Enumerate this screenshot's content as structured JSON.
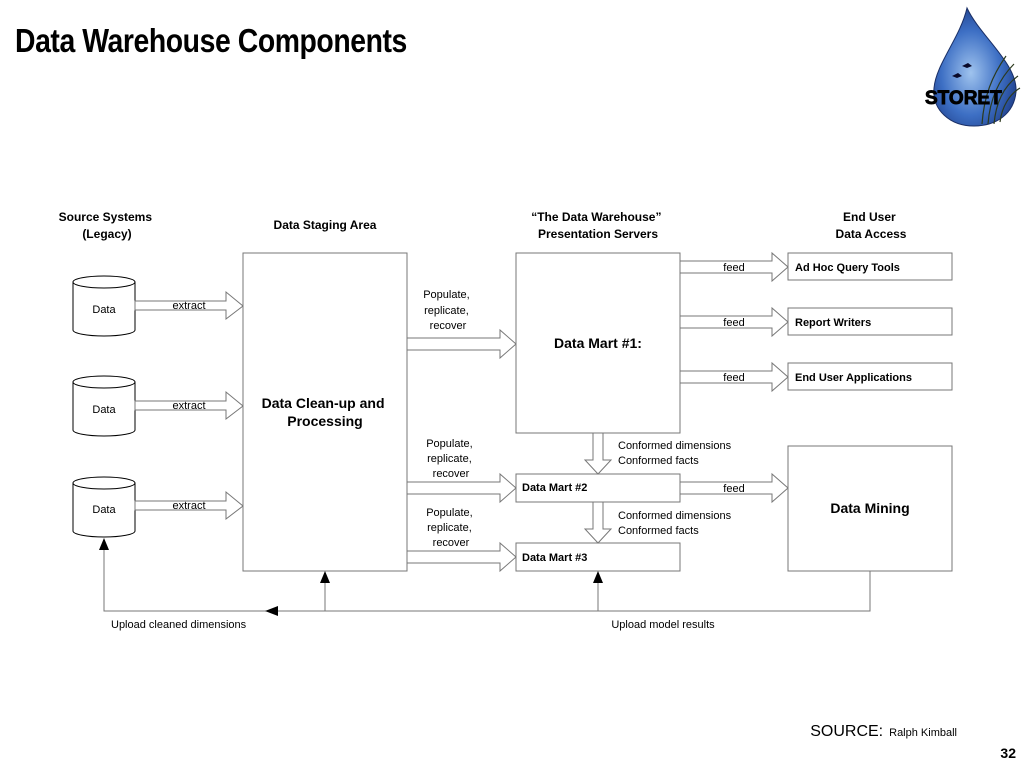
{
  "slide": {
    "title": "Data Warehouse Components",
    "logo_text": "STORET",
    "page_number": "32",
    "source_label": "SOURCE:",
    "source_author": "Ralph Kimball"
  },
  "diagram": {
    "columns": {
      "source_systems": [
        "Source Systems",
        "(Legacy)"
      ],
      "staging": "Data Staging Area",
      "warehouse": [
        "“The Data Warehouse”",
        "Presentation Servers"
      ],
      "end_user": [
        "End User",
        "Data Access"
      ]
    },
    "sources": [
      "Data",
      "Data",
      "Data"
    ],
    "extract_label": "extract",
    "staging_box": [
      "Data Clean-up and",
      "Processing"
    ],
    "populate_label": [
      "Populate,",
      "replicate,",
      "recover"
    ],
    "marts": [
      "Data Mart #1:",
      "Data Mart #2",
      "Data Mart #3"
    ],
    "conformed_label": [
      "Conformed dimensions",
      "Conformed facts"
    ],
    "feed_label": "feed",
    "end_user_tools": [
      "Ad Hoc Query Tools",
      "Report Writers",
      "End User Applications"
    ],
    "data_mining": "Data Mining",
    "upload_cleaned": "Upload cleaned dimensions",
    "upload_results": "Upload model results"
  }
}
